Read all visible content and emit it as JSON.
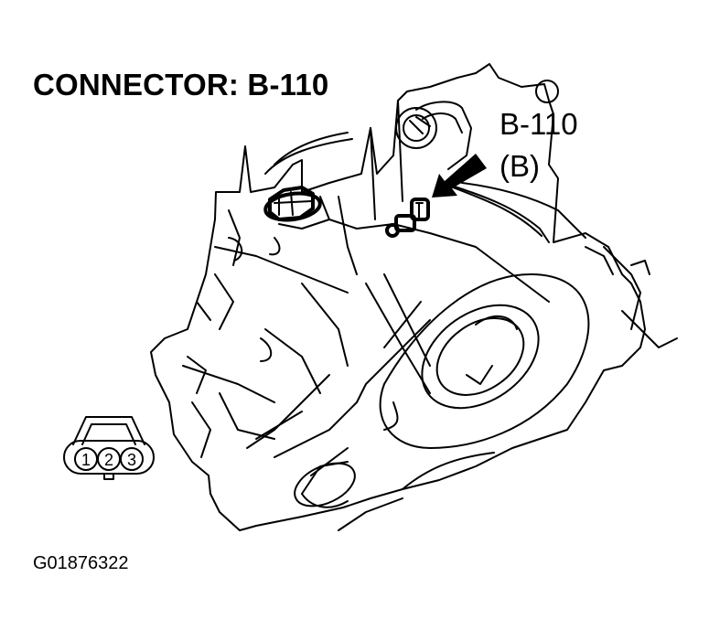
{
  "diagram": {
    "title": "CONNECTOR: B-110",
    "callout": {
      "id": "B-110",
      "sub_label": "(B)"
    },
    "connector_face": {
      "pins": [
        "1",
        "2",
        "3"
      ]
    },
    "figure_id": "G01876322",
    "subject": "transmission assembly line-art with connector location arrow",
    "colors": {
      "line": "#000000",
      "background": "#ffffff"
    }
  }
}
